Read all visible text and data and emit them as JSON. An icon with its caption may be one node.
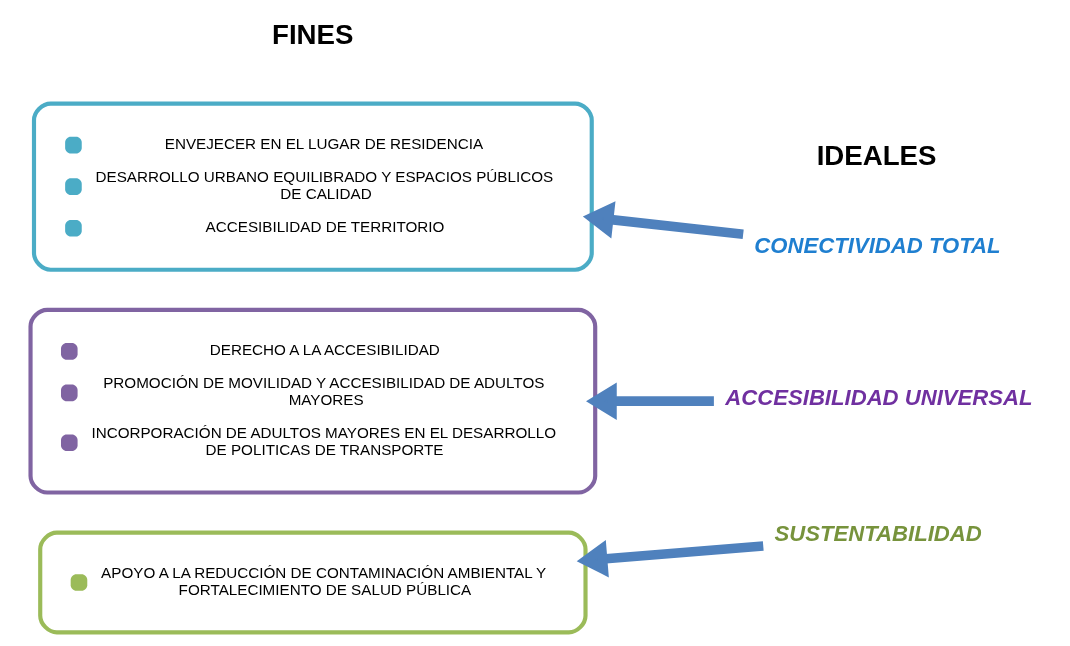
{
  "diagram": {
    "nodes": [
      {
        "text": [
          "ENVEJECER EN EL LUGAR DE RESIDENCIA",
          "DESARROLLO URBANO EQUILIBRADO Y ESPACIOS PÚBLICOS DE CALIDAD",
          "ACCESIBILIDAD DE TERRITORIO"
        ]
      },
      {
        "text": [
          "CONECTIVIDAD TOTAL"
        ]
      },
      {
        "text": [
          "DERECHO A LA ACCESIBILIDAD",
          "PROMOCIÓN DE MOVILIDAD Y ACCESIBILIDAD DE ADULTOS MAYORES",
          "INCORPORACIÓN DE ADULTOS MAYORES EN EL DESARROLLO DE POLITICAS DE TRANSPORTE"
        ]
      },
      {
        "text": [
          "ACCESIBILIDAD UNIVERSAL"
        ]
      },
      {
        "text": [
          "APOYO A LA REDUCCIÓN DE CONTAMINACIÓN AMBIENTAL Y FORTALECIMIENTO DE SALUD PÚBLICA"
        ]
      },
      {
        "text": [
          "SUSTENTABILIDAD"
        ]
      }
    ],
    "edges": [
      {
        "from": 1,
        "to": 0,
        "arrow": "to"
      },
      {
        "from": 3,
        "to": 2,
        "arrow": "to"
      },
      {
        "from": 5,
        "to": 4,
        "arrow": "to"
      }
    ],
    "labels": [
      "FINES",
      "IDEALES"
    ]
  }
}
